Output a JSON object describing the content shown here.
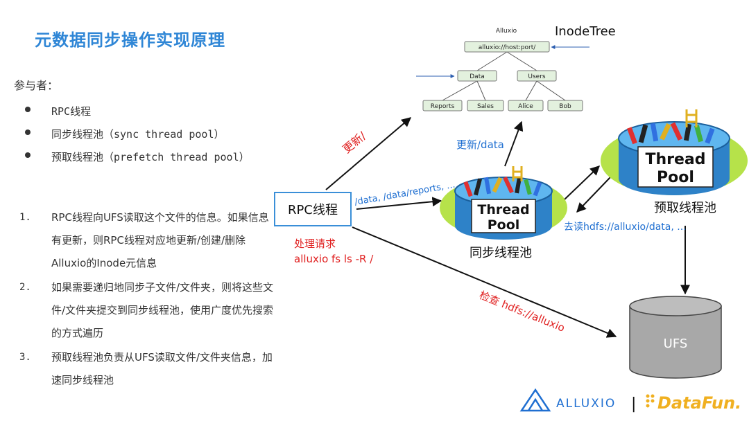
{
  "title": "元数据同步操作实现原理",
  "participants_label": "参与者：",
  "participants": [
    "RPC线程",
    "同步线程池（sync thread pool）",
    "预取线程池（prefetch thread pool）"
  ],
  "steps": [
    {
      "num": "1.",
      "text": "RPC线程向UFS读取这个文件的信息。如果信息有更新，则RPC线程对应地更新/创建/删除Alluxio的Inode元信息"
    },
    {
      "num": "2.",
      "text": "如果需要递归地同步子文件/文件夹，则将这些文件/文件夹提交到同步线程池，使用广度优先搜索的方式遍历"
    },
    {
      "num": "3.",
      "text": "预取线程池负责从UFS读取文件/文件夹信息，加速同步线程池"
    }
  ],
  "tree": {
    "small_label": "Alluxio",
    "title": "InodeTree",
    "root": "alluxio://host:port/",
    "level1": [
      "Data",
      "Users"
    ],
    "level2": [
      "Reports",
      "Sales",
      "Alice",
      "Bob"
    ]
  },
  "rpc_box": "RPC线程",
  "pool_text": {
    "line1": "Thread",
    "line2": "Pool"
  },
  "sync_pool_label": "同步线程池",
  "prefetch_pool_label": "预取线程池",
  "ufs_label": "UFS",
  "edges": {
    "update": "更新/",
    "update_data": "更新/data",
    "data_paths": "/data, /data/reports, ...",
    "read_hdfs": "去读hdfs://alluxio/data, ...",
    "handle_request_line1": "处理请求",
    "handle_request_line2": "alluxio fs ls -R /",
    "check_hdfs": "检查 hdfs://alluxio"
  },
  "logos": {
    "alluxio": "ALLUXIO",
    "separator": "|",
    "datafun": "DataFun."
  },
  "colors": {
    "title": "#2f86d6",
    "red": "#e02020",
    "blue": "#1f6fd1",
    "box": "#3a8fd8",
    "node_fill": "#e3f1de",
    "pool_green": "#b6e24a"
  }
}
